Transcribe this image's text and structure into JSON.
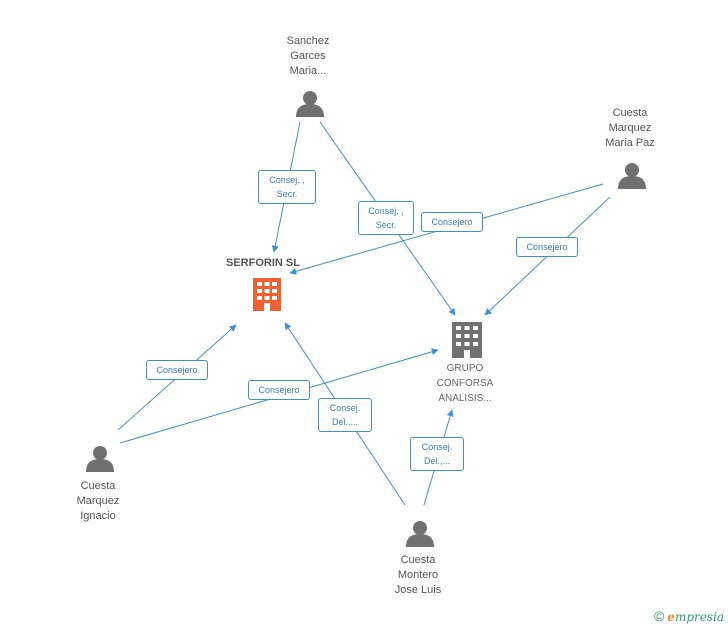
{
  "nodes": {
    "sanchez": {
      "label": "Sanchez\nGarces\nMaria..."
    },
    "maria_paz": {
      "label": "Cuesta\nMarquez\nMaria Paz"
    },
    "ignacio": {
      "label": "Cuesta\nMarquez\nIgnacio"
    },
    "jose_luis": {
      "label": "Cuesta\nMontero\nJose Luis"
    },
    "serforin": {
      "label": "SERFORIN SL"
    },
    "grupo": {
      "label": "GRUPO\nCONFORSA\nANALISIS..."
    }
  },
  "edges": {
    "e1": "Consej. ,\nSecr.",
    "e2": "Consej. ,\nSecr.",
    "e3": "Consejero",
    "e4": "Consejero",
    "e5": "Consejero",
    "e6": "Consejero",
    "e7": "Consej.\nDel.,...",
    "e8": "Consej.\nDel.,..."
  },
  "colors": {
    "edge": "#3d8fd6",
    "person": "#707070",
    "company_main": "#f06030",
    "company": "#707070"
  },
  "footer": {
    "copyright": "©",
    "brand_first": "e",
    "brand_rest": "mpresia"
  }
}
